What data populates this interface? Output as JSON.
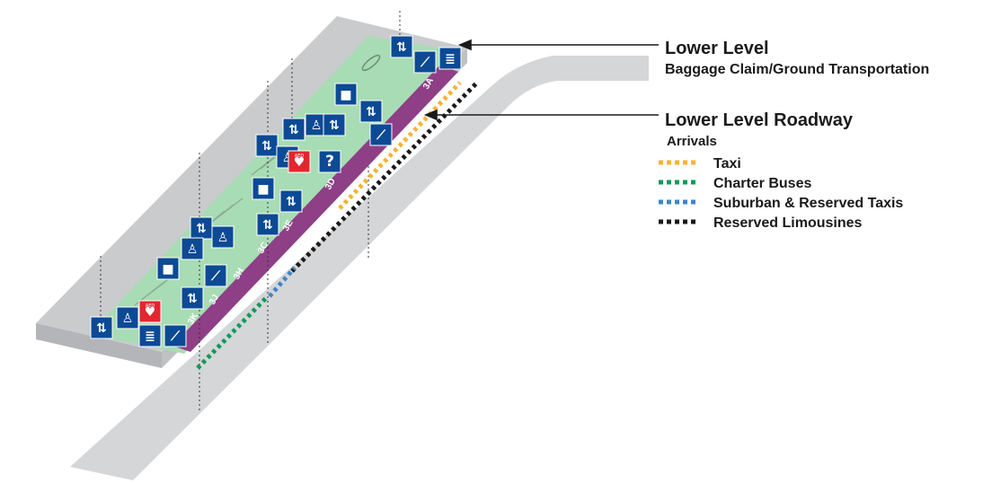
{
  "labels": {
    "lower_level": "Lower Level",
    "lower_level_sub": "Baggage Claim/Ground Transportation",
    "roadway": "Lower Level Roadway",
    "roadway_sub": "Arrivals"
  },
  "legend": [
    {
      "label": "Taxi",
      "color": "#f5b335"
    },
    {
      "label": "Charter Buses",
      "color": "#0f9a5a"
    },
    {
      "label": "Suburban & Reserved Taxis",
      "color": "#3f86c6"
    },
    {
      "label": "Reserved Limousines",
      "color": "#1a1a1a"
    }
  ],
  "doors": [
    "3A",
    "3D",
    "3E",
    "3C",
    "3H",
    "3J",
    "3K"
  ],
  "aed_label": "AED",
  "colors": {
    "concourse": "#a8dcb4",
    "building": "#c9cbcd",
    "road": "#d4d6d8",
    "door_stripe": "#8e3f86",
    "icon_blue": "#0c4a95",
    "aed_red": "#e3262e"
  }
}
